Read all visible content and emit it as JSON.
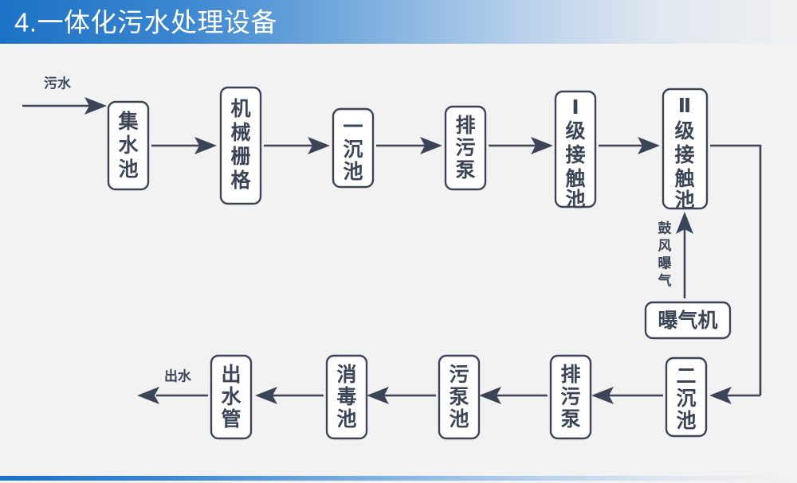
{
  "header": {
    "title": "4.一体化污水处理设备",
    "gradient_from": "#1c72c4",
    "gradient_to": "#f0f1f2",
    "title_color": "#ffffff"
  },
  "footer": {
    "accent_from": "#1c72c4",
    "accent_to": "#f2f2f2"
  },
  "diagram": {
    "background": "#f2f2f2",
    "line_color": "#3c4558",
    "box_fill": "#ffffff",
    "nodes": {
      "collection_tank": "集水池",
      "mechanical_grille": "机械栅格",
      "primary_settling_tank": "一沉池",
      "sewage_pump_top": "排污泵",
      "contact_tank_1": "Ⅰ级接触池",
      "contact_tank_2": "Ⅱ级接触池",
      "aerator": "曝气机",
      "secondary_settling_tank": "二沉池",
      "sewage_pump_bottom": "排污泵",
      "sludge_pump_tank": "污泵池",
      "disinfection_tank": "消毒池",
      "outlet_pipe": "出水管"
    },
    "annotations": {
      "inlet": "污水",
      "outlet": "出水",
      "blower_aeration": "鼓风曝气"
    }
  }
}
